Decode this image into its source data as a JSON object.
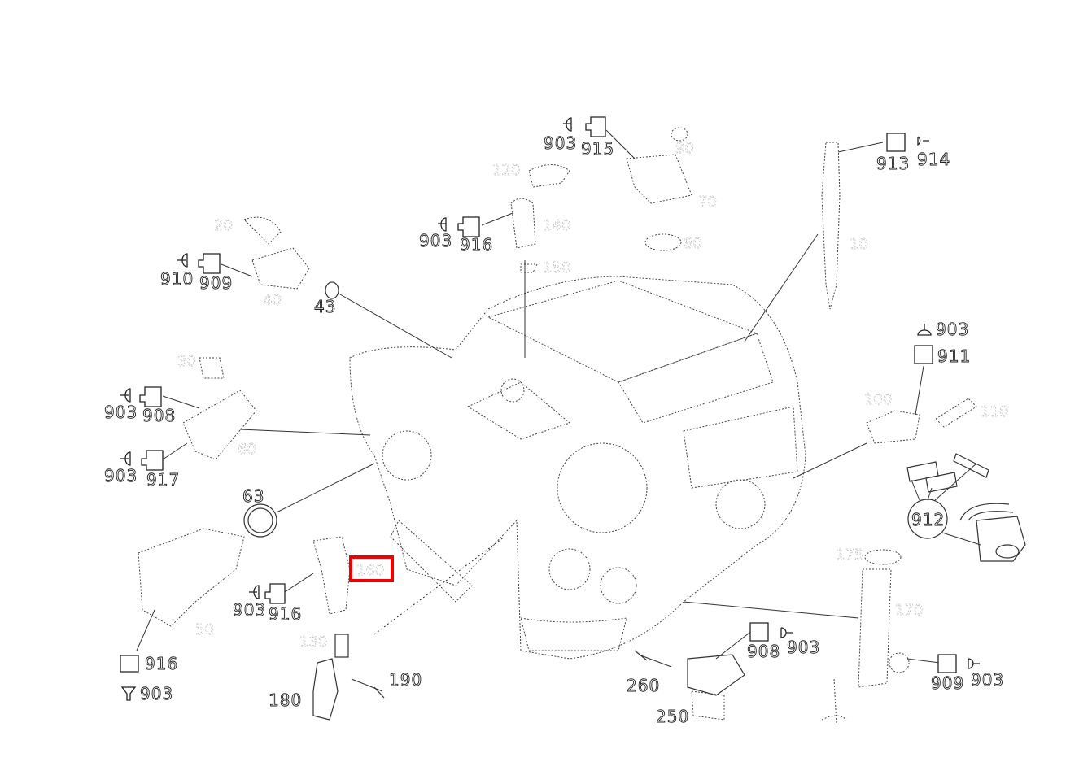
{
  "diagram": {
    "callouts": [
      {
        "id": "c-903-a",
        "label": "903",
        "type": "plug"
      },
      {
        "id": "c-915",
        "label": "915",
        "type": "socket"
      },
      {
        "id": "c-913",
        "label": "913",
        "type": "socket"
      },
      {
        "id": "c-914",
        "label": "914",
        "type": "plug"
      },
      {
        "id": "c-903-b",
        "label": "903",
        "type": "plug"
      },
      {
        "id": "c-916-a",
        "label": "916",
        "type": "socket"
      },
      {
        "id": "c-910",
        "label": "910",
        "type": "plug"
      },
      {
        "id": "c-909-a",
        "label": "909",
        "type": "socket"
      },
      {
        "id": "c-43",
        "label": "43",
        "type": "part"
      },
      {
        "id": "c-903-c",
        "label": "903",
        "type": "plug"
      },
      {
        "id": "c-908-a",
        "label": "908",
        "type": "socket"
      },
      {
        "id": "c-903-d",
        "label": "903",
        "type": "plug"
      },
      {
        "id": "c-917",
        "label": "917",
        "type": "socket"
      },
      {
        "id": "c-63",
        "label": "63",
        "type": "part"
      },
      {
        "id": "c-903-e",
        "label": "903",
        "type": "plug"
      },
      {
        "id": "c-911",
        "label": "911",
        "type": "socket"
      },
      {
        "id": "c-912",
        "label": "912",
        "type": "part"
      },
      {
        "id": "c-903-f",
        "label": "903",
        "type": "plug"
      },
      {
        "id": "c-916-b",
        "label": "916",
        "type": "socket"
      },
      {
        "id": "c-916-c",
        "label": "916",
        "type": "socket"
      },
      {
        "id": "c-903-g",
        "label": "903",
        "type": "plug"
      },
      {
        "id": "c-180",
        "label": "180",
        "type": "part"
      },
      {
        "id": "c-190",
        "label": "190",
        "type": "part"
      },
      {
        "id": "c-260",
        "label": "260",
        "type": "part"
      },
      {
        "id": "c-250",
        "label": "250",
        "type": "part"
      },
      {
        "id": "c-908-b",
        "label": "908",
        "type": "socket"
      },
      {
        "id": "c-903-h",
        "label": "903",
        "type": "plug"
      },
      {
        "id": "c-909-b",
        "label": "909",
        "type": "socket"
      },
      {
        "id": "c-903-i",
        "label": "903",
        "type": "plug"
      }
    ],
    "faded_labels": [
      "120",
      "90",
      "70",
      "80",
      "140",
      "150",
      "10",
      "20",
      "40",
      "30",
      "60",
      "110",
      "100",
      "175",
      "170",
      "130",
      "50"
    ],
    "highlighted": {
      "label": "160",
      "color": "#ee0000"
    }
  }
}
